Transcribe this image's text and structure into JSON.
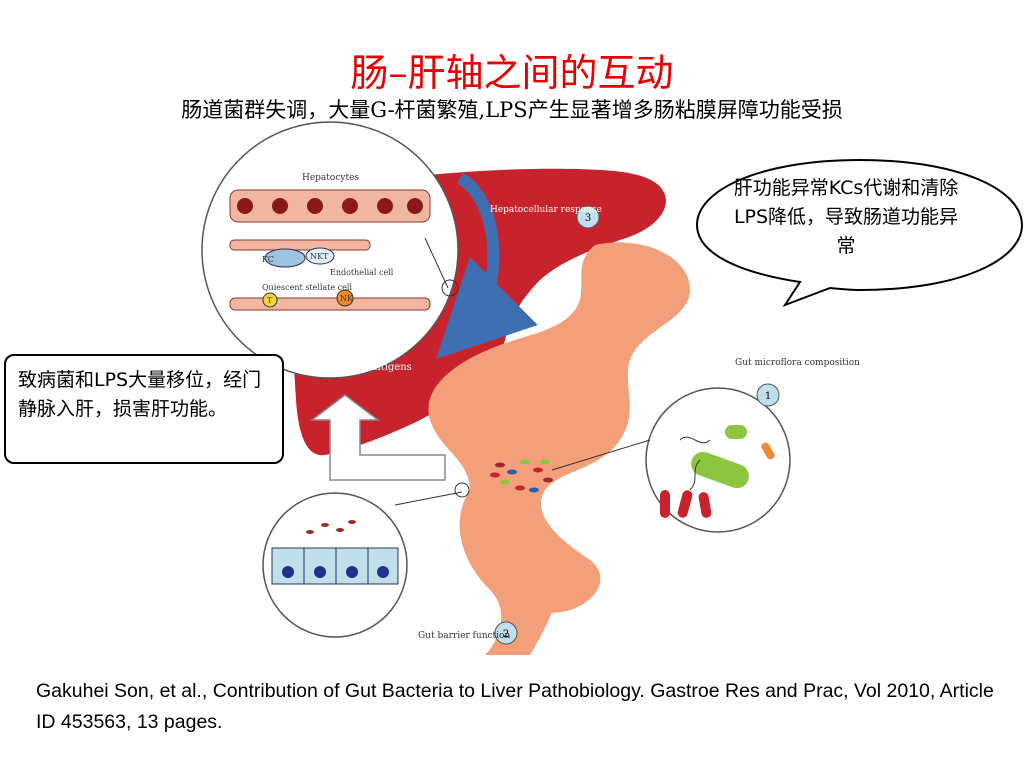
{
  "slide": {
    "title": "肠–肝轴之间的互动",
    "subtitle": "肠道菌群失调，大量G-杆菌繁殖,LPS产生显著增多肠粘膜屏障功能受损"
  },
  "callouts": {
    "left_box": "致病菌和LPS大量移位，经门静脉入肝，损害肝功能。",
    "right_bubble": "肝功能异常KCs代谢和清除LPS降低，导致肠道功能异常"
  },
  "figure_labels": {
    "hepatocytes": "Hepatocytes",
    "hepatocellular_response": "Hepatocellular response",
    "kc": "KC",
    "nkt": "NKT",
    "endothelial_cell": "Endothelial cell",
    "quiescent_stellate_cell": "Quiescent stellate cell",
    "t_cell": "T",
    "nk_cell": "NK",
    "gut_derived_antigens": "Gut-derived antigens",
    "gut_microflora_composition": "Gut microflora composition",
    "gut_barrier_function": "Gut barrier function",
    "marker_1": "1",
    "marker_2": "2",
    "marker_3": "3"
  },
  "citation": "Gakuhei Son, et al., Contribution of Gut Bacteria to Liver Pathobiology. Gastroe Res and Prac, Vol 2010, Article ID 453563, 13 pages.",
  "colors": {
    "title_red": "#e60000",
    "liver_red": "#c8232c",
    "intestine_orange": "#f3a07a",
    "arrow_blue": "#3f6fb3",
    "bacteria_green": "#8cc63f"
  }
}
